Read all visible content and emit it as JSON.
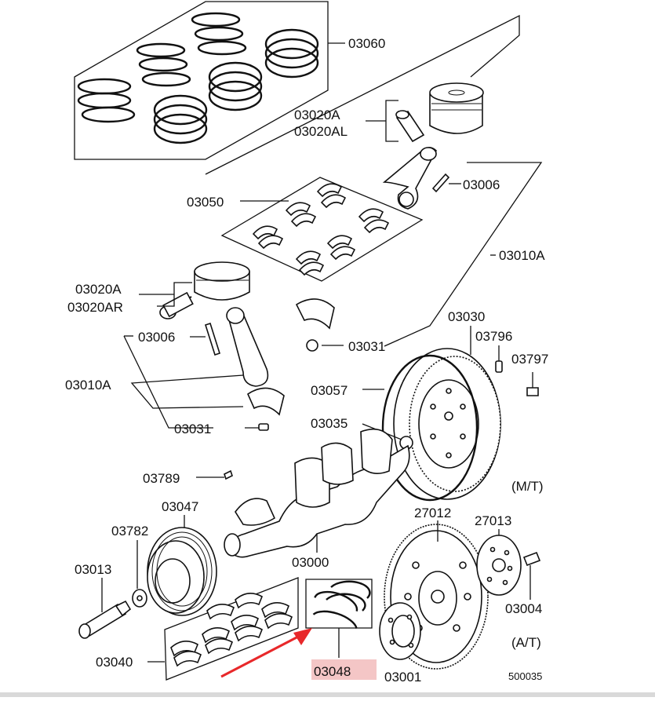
{
  "diagram": {
    "labels": {
      "p03060": "03060",
      "p03020A_top": "03020A",
      "p03020AL": "03020AL",
      "p03006_top": "03006",
      "p03050": "03050",
      "p03010A_right": "03010A",
      "p03020A_left": "03020A",
      "p03020AR": "03020AR",
      "p03006_left": "03006",
      "p03031_mid": "03031",
      "p03030": "03030",
      "p03796": "03796",
      "p03797": "03797",
      "p03010A_left": "03010A",
      "p03057": "03057",
      "p03031_low": "03031",
      "p03035": "03035",
      "p03789": "03789",
      "p03047": "03047",
      "mt": "(M/T)",
      "p27012": "27012",
      "p27013": "27013",
      "p03782": "03782",
      "p03000": "03000",
      "p03013": "03013",
      "p03004": "03004",
      "p03040": "03040",
      "p03048": "03048",
      "p03001": "03001",
      "at": "(A/T)",
      "ref": "500035"
    },
    "highlight_color": "#f4c6c6",
    "arrow_color": "#e8282a"
  }
}
